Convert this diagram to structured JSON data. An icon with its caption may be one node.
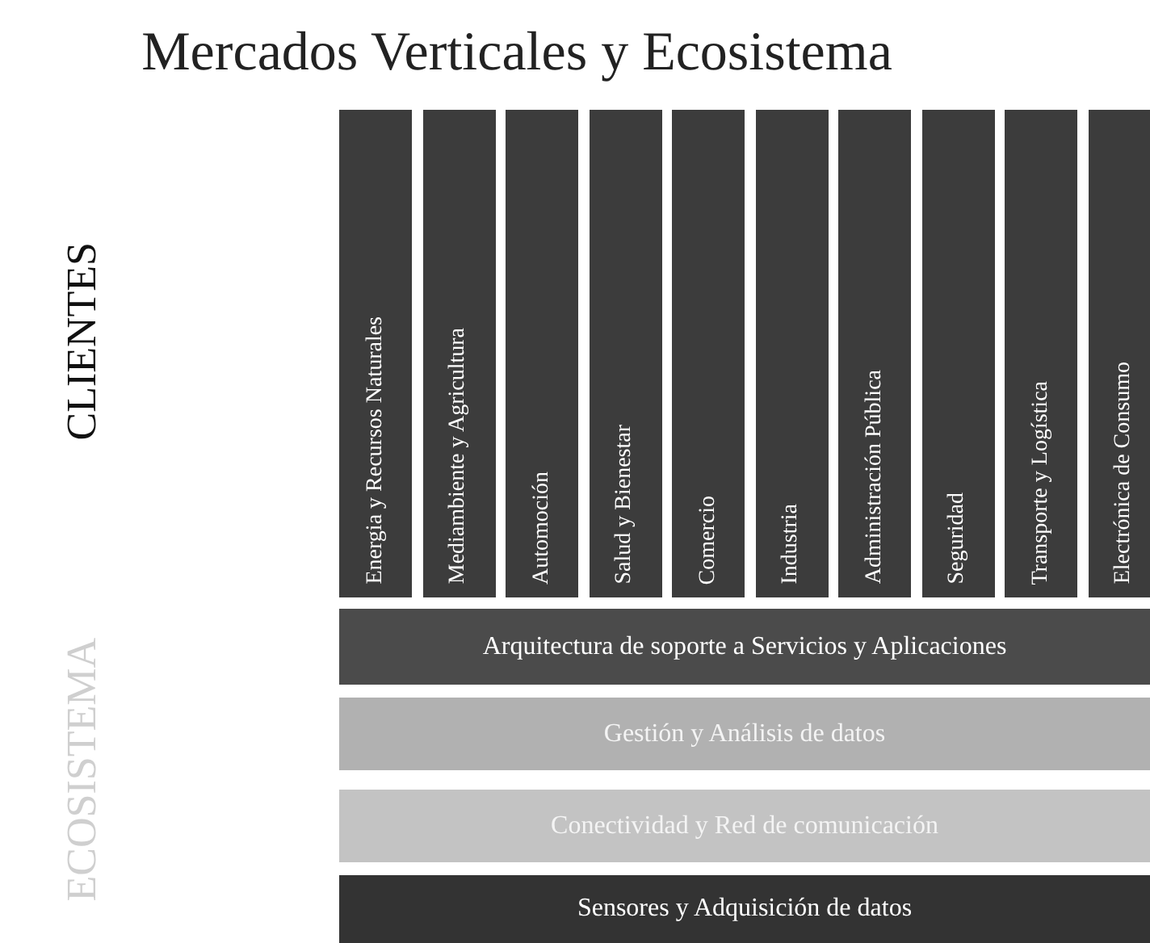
{
  "diagram": {
    "title": "Mercados Verticales y Ecosistema",
    "nodes": [
      {
        "text": [
          "Energia y Recursos Naturales"
        ]
      },
      {
        "text": [
          "Mediambiente y Agricultura"
        ]
      },
      {
        "text": [
          "Automoción"
        ]
      },
      {
        "text": [
          "Salud y Bienestar"
        ]
      },
      {
        "text": [
          "Comercio"
        ]
      },
      {
        "text": [
          "Industria"
        ]
      },
      {
        "text": [
          "Administración Pública"
        ]
      },
      {
        "text": [
          "Seguridad"
        ]
      },
      {
        "text": [
          "Transporte y Logística"
        ]
      },
      {
        "text": [
          "Electrónica de Consumo"
        ]
      },
      {
        "text": [
          "Arquitectura de soporte a Servicios y Aplicaciones"
        ]
      },
      {
        "text": [
          "Gestión y Análisis de datos"
        ]
      },
      {
        "text": [
          "Conectividad y Red de comunicación"
        ]
      },
      {
        "text": [
          "Sensores y Adquisición de datos"
        ]
      }
    ],
    "edges": [],
    "labels": [
      "CLIENTES",
      "ECOSISTEMA"
    ]
  }
}
